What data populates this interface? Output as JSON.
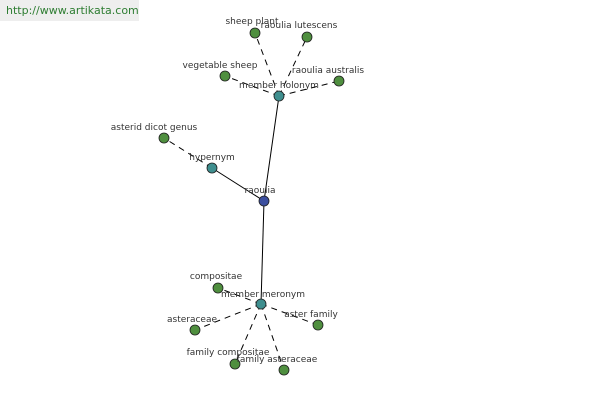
{
  "watermark": "http://www.artikata.com",
  "colors": {
    "leaf": "#4f8f3f",
    "relation": "#3f8f8f",
    "root": "#3c4f9f",
    "edge": "#000000"
  },
  "graph": {
    "nodes": [
      {
        "id": "raoulia",
        "label": "raoulia",
        "kind": "root"
      },
      {
        "id": "member-holonym",
        "label": "member holonym",
        "kind": "relation"
      },
      {
        "id": "hypernym",
        "label": "hypernym",
        "kind": "relation"
      },
      {
        "id": "member-meronym",
        "label": "member meronym",
        "kind": "relation"
      },
      {
        "id": "sheep-plant",
        "label": "sheep plant",
        "kind": "leaf"
      },
      {
        "id": "raoulia-lutescens",
        "label": "raoulia lutescens",
        "kind": "leaf"
      },
      {
        "id": "vegetable-sheep",
        "label": "vegetable sheep",
        "kind": "leaf"
      },
      {
        "id": "raoulia-australis",
        "label": "raoulia australis",
        "kind": "leaf"
      },
      {
        "id": "asterid-dicot-genus",
        "label": "asterid dicot genus",
        "kind": "leaf"
      },
      {
        "id": "compositae",
        "label": "compositae",
        "kind": "leaf"
      },
      {
        "id": "asteraceae",
        "label": "asteraceae",
        "kind": "leaf"
      },
      {
        "id": "aster-family",
        "label": "aster family",
        "kind": "leaf"
      },
      {
        "id": "family-compositae",
        "label": "family compositae",
        "kind": "leaf"
      },
      {
        "id": "family-asteraceae",
        "label": "family asteraceae",
        "kind": "leaf"
      }
    ],
    "edges": [
      {
        "from": "raoulia",
        "to": "member-holonym",
        "style": "solid"
      },
      {
        "from": "raoulia",
        "to": "hypernym",
        "style": "solid"
      },
      {
        "from": "raoulia",
        "to": "member-meronym",
        "style": "solid"
      },
      {
        "from": "member-holonym",
        "to": "sheep-plant",
        "style": "dashed"
      },
      {
        "from": "member-holonym",
        "to": "raoulia-lutescens",
        "style": "dashed"
      },
      {
        "from": "member-holonym",
        "to": "vegetable-sheep",
        "style": "dashed"
      },
      {
        "from": "member-holonym",
        "to": "raoulia-australis",
        "style": "dashed"
      },
      {
        "from": "hypernym",
        "to": "asterid-dicot-genus",
        "style": "dashed"
      },
      {
        "from": "member-meronym",
        "to": "compositae",
        "style": "dashed"
      },
      {
        "from": "member-meronym",
        "to": "asteraceae",
        "style": "dashed"
      },
      {
        "from": "member-meronym",
        "to": "aster-family",
        "style": "dashed"
      },
      {
        "from": "member-meronym",
        "to": "family-compositae",
        "style": "dashed"
      },
      {
        "from": "member-meronym",
        "to": "family-asteraceae",
        "style": "dashed"
      }
    ]
  }
}
